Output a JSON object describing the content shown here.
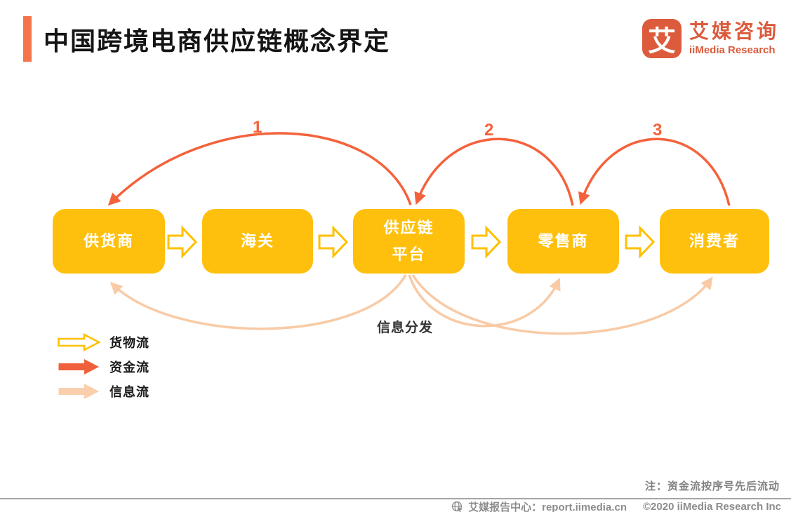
{
  "header": {
    "title": "中国跨境电商供应链概念界定"
  },
  "logo": {
    "mark": "艾",
    "cn": "艾媒咨询",
    "en": "iiMedia Research"
  },
  "diagram": {
    "nodes": [
      {
        "label": "供货商"
      },
      {
        "label": "海关"
      },
      {
        "label": "供应链平台",
        "line1": "供应链",
        "line2": "平台"
      },
      {
        "label": "零售商"
      },
      {
        "label": "消费者"
      }
    ],
    "sequence_labels": [
      "1",
      "2",
      "3"
    ],
    "info_distribution_label": "信息分发"
  },
  "legend": {
    "items": [
      {
        "label": "货物流",
        "icon": "hollow-block-arrow-right",
        "color": "#FFC000"
      },
      {
        "label": "资金流",
        "icon": "solid-block-arrow-right",
        "color": "#F4623B"
      },
      {
        "label": "信息流",
        "icon": "solid-block-arrow-right",
        "color": "#F8CBA6"
      }
    ]
  },
  "footnote": "注：资金流按序号先后流动",
  "footer": {
    "report_center": "艾媒报告中心：report.iimedia.cn",
    "copyright": "©2020  iiMedia Research  Inc"
  },
  "colors": {
    "node_fill": "#FFC00D",
    "goods_flow": "#FFC000",
    "capital_flow": "#F4623B",
    "info_flow": "#F8CBA6",
    "brand": "#DB5B3C",
    "accent_bar": "#F4744C"
  }
}
